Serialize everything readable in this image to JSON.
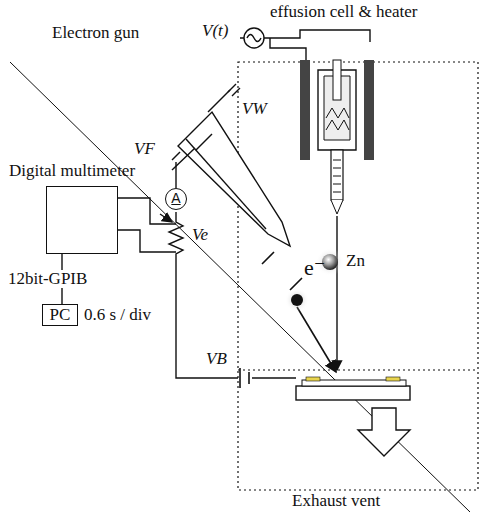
{
  "diagram": {
    "nodes": [
      {
        "text": [
          "Digital multimeter"
        ]
      },
      {
        "text": [
          "PC"
        ]
      },
      {
        "text": [
          "A"
        ]
      }
    ],
    "edges": [
      {
        "from": 0,
        "to": 1,
        "arrow": "none",
        "label": "12bit-GPIB"
      }
    ],
    "labels": [
      "effusion cell & heater",
      "V(t)",
      "Electron gun",
      "VW",
      "VF",
      "Ve",
      "VB",
      "Zn",
      "e⁻",
      "Exhaust vent",
      "0.6 s / div"
    ]
  }
}
